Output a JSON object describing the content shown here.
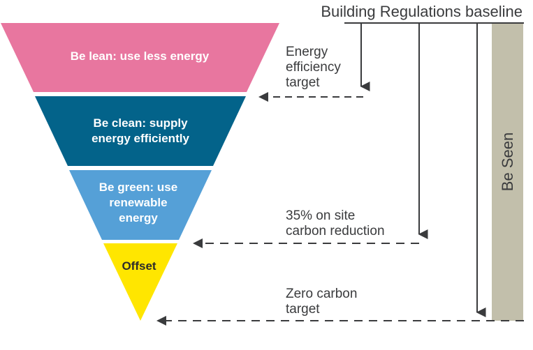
{
  "baseline": {
    "title": "Building Regulations baseline"
  },
  "tiers": [
    {
      "id": "lean",
      "lines": [
        "Be lean: use less energy"
      ],
      "fill": "#e8769f",
      "text_color": "#ffffff"
    },
    {
      "id": "clean",
      "lines": [
        "Be clean: supply",
        "energy efficiently"
      ],
      "fill": "#03638a",
      "text_color": "#ffffff"
    },
    {
      "id": "green",
      "lines": [
        "Be green: use",
        "renewable",
        "energy"
      ],
      "fill": "#55a0d7",
      "text_color": "#ffffff"
    },
    {
      "id": "offset",
      "lines": [
        "Offset"
      ],
      "fill": "#ffe600",
      "text_color": "#2b2b2b"
    }
  ],
  "targets": [
    {
      "id": "energy-efficiency",
      "lines": [
        "Energy",
        "efficiency",
        "target"
      ]
    },
    {
      "id": "on-site-reduction",
      "lines": [
        "35% on site",
        "carbon reduction"
      ]
    },
    {
      "id": "zero-carbon",
      "lines": [
        "Zero carbon",
        "target"
      ]
    }
  ],
  "be_seen": {
    "label": "Be Seen",
    "fill": "#c2bfab"
  },
  "colors": {
    "line": "#3a3b3d"
  }
}
